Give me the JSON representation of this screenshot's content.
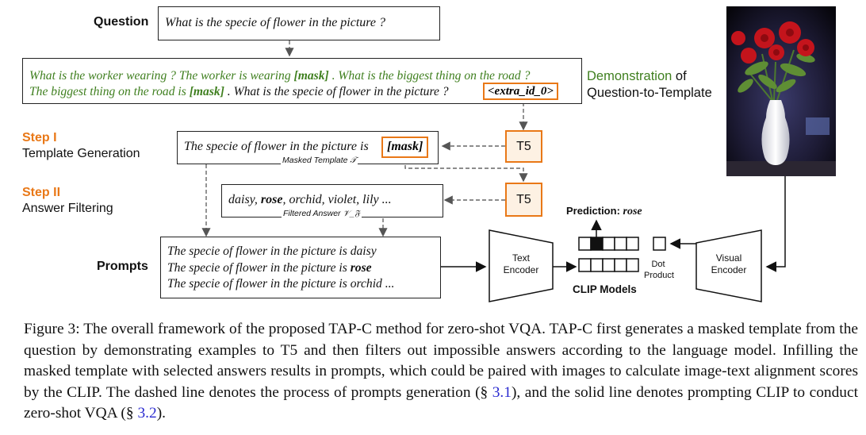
{
  "question": {
    "label": "Question",
    "text": "What is the specie of flower in the picture ?"
  },
  "demonstration": {
    "line1_a": "What is the worker wearing ? The worker is wearing ",
    "line1_mask": "[mask]",
    "line1_b": " . What is the biggest thing on the road ?",
    "line2_a": "The biggest thing on the road is ",
    "line2_mask": "[mask]",
    "line2_b": " . What is the specie of flower in the picture ? ",
    "extra_id": "<extra_id_0>",
    "label_part1": "Demonstration",
    "label_part2": " of",
    "label_line2": "Question-to-Template"
  },
  "step1": {
    "step": "Step I",
    "name": "Template Generation",
    "template_text": "The specie of flower in the picture is ",
    "template_mask": "[mask]",
    "caption": "Masked Template 𝒯"
  },
  "step2": {
    "step": "Step II",
    "name": "Answer Filtering",
    "answers_a": "daisy, ",
    "answers_bold": "rose",
    "answers_b": ", orchid, violet, lily ...",
    "caption": "Filtered Answer 𝒱_𝔉"
  },
  "t5": {
    "label": "T5"
  },
  "prompts": {
    "label": "Prompts",
    "line1": "The specie of flower in the picture is daisy",
    "line2_a": "The specie of flower in the picture is ",
    "line2_bold": "rose",
    "line3": "The specie of flower in the picture is orchid  ..."
  },
  "text_encoder": {
    "line1": "Text",
    "line2": "Encoder"
  },
  "visual_encoder": {
    "line1": "Visual",
    "line2": "Encoder"
  },
  "prediction": {
    "label": "Prediction: ",
    "value": "rose"
  },
  "clip": {
    "label": "CLIP Models"
  },
  "dot_product": {
    "line1": "Dot",
    "line2": "Product"
  },
  "figure_caption": {
    "part1": "Figure 3:  The overall framework of the proposed TAP-C method for zero-shot VQA. TAP-C first generates a masked template from the question by demonstrating examples to T5 and then filters out impossible answers according to the language model.  Infilling the masked template with selected answers results in prompts, which could be paired with images to calculate image-text alignment scores by the CLIP. The dashed line denotes the process of prompts generation (§ ",
    "ref1": "3.1",
    "part2": "), and the solid line denotes prompting CLIP to conduct zero-shot VQA (§ ",
    "ref2": "3.2",
    "part3": ")."
  },
  "colors": {
    "accent_orange": "#e97817",
    "demo_green": "#3f7f1f",
    "ref_blue": "#2a2ad0"
  }
}
